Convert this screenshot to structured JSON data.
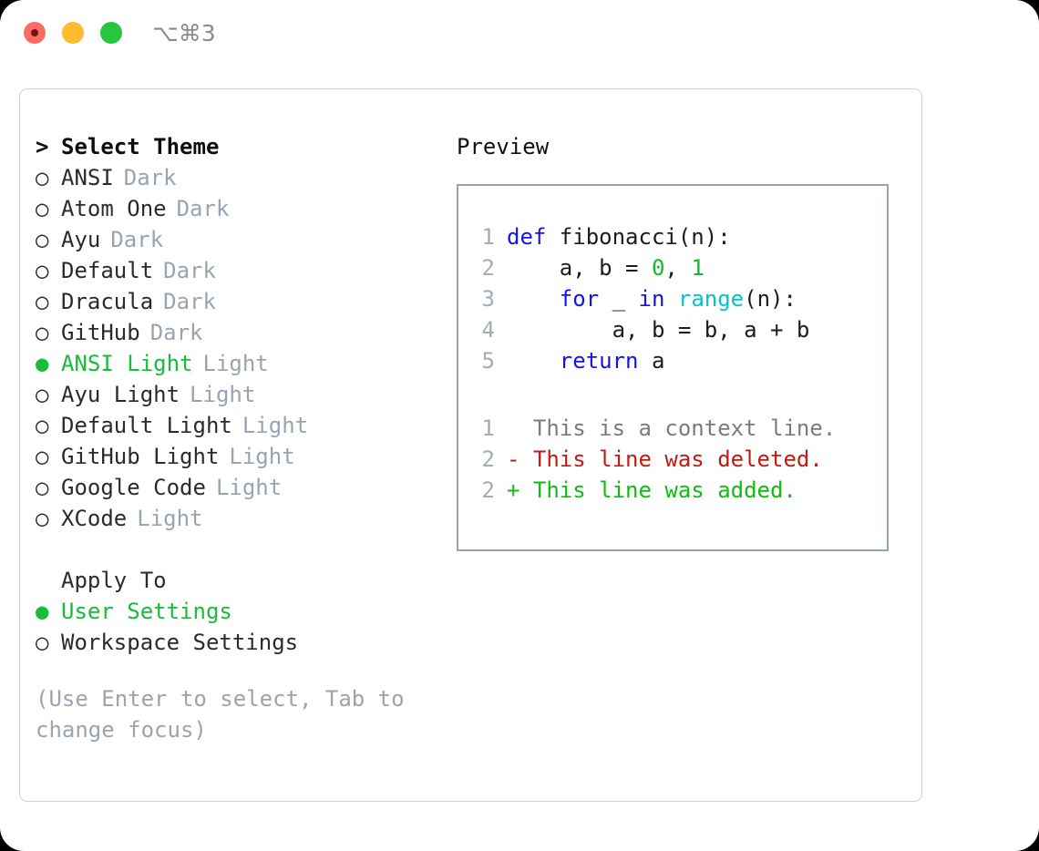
{
  "titlebar": {
    "shortcut": "⌥⌘3",
    "lights": [
      {
        "name": "close",
        "color": "#fb6a63"
      },
      {
        "name": "minimize",
        "color": "#fdbc2e"
      },
      {
        "name": "maximize",
        "color": "#28c63f"
      }
    ]
  },
  "theme_picker": {
    "heading": "Select Theme",
    "caret": ">",
    "bullet_selected": "●",
    "bullet_unselected": "○",
    "items": [
      {
        "label": "ANSI",
        "suffix": "Dark",
        "selected": false
      },
      {
        "label": "Atom One",
        "suffix": "Dark",
        "selected": false
      },
      {
        "label": "Ayu",
        "suffix": "Dark",
        "selected": false
      },
      {
        "label": "Default",
        "suffix": "Dark",
        "selected": false
      },
      {
        "label": "Dracula",
        "suffix": "Dark",
        "selected": false
      },
      {
        "label": "GitHub",
        "suffix": "Dark",
        "selected": false
      },
      {
        "label": "ANSI Light",
        "suffix": "Light",
        "selected": true
      },
      {
        "label": "Ayu Light",
        "suffix": "Light",
        "selected": false
      },
      {
        "label": "Default Light",
        "suffix": "Light",
        "selected": false
      },
      {
        "label": "GitHub Light",
        "suffix": "Light",
        "selected": false
      },
      {
        "label": "Google Code",
        "suffix": "Light",
        "selected": false
      },
      {
        "label": "XCode",
        "suffix": "Light",
        "selected": false
      }
    ]
  },
  "apply_to": {
    "heading": "Apply To",
    "items": [
      {
        "label": "User Settings",
        "selected": true
      },
      {
        "label": "Workspace Settings",
        "selected": false
      }
    ]
  },
  "hint": "(Use Enter to select, Tab to change focus)",
  "preview": {
    "title": "Preview",
    "code_lines": [
      {
        "num": "1",
        "tokens": [
          {
            "t": "def",
            "c": "kw"
          },
          {
            "t": " fibonacci(n):",
            "c": "txt"
          }
        ]
      },
      {
        "num": "2",
        "tokens": [
          {
            "t": "    a, b = ",
            "c": "txt"
          },
          {
            "t": "0",
            "c": "num"
          },
          {
            "t": ", ",
            "c": "txt"
          },
          {
            "t": "1",
            "c": "num"
          }
        ]
      },
      {
        "num": "3",
        "tokens": [
          {
            "t": "    ",
            "c": "txt"
          },
          {
            "t": "for",
            "c": "kw"
          },
          {
            "t": " _ ",
            "c": "txt"
          },
          {
            "t": "in",
            "c": "kw"
          },
          {
            "t": " ",
            "c": "txt"
          },
          {
            "t": "range",
            "c": "fn"
          },
          {
            "t": "(n):",
            "c": "txt"
          }
        ]
      },
      {
        "num": "4",
        "tokens": [
          {
            "t": "        a, b = b, a + b",
            "c": "txt"
          }
        ]
      },
      {
        "num": "5",
        "tokens": [
          {
            "t": "    ",
            "c": "txt"
          },
          {
            "t": "return",
            "c": "kw"
          },
          {
            "t": " a",
            "c": "txt"
          }
        ]
      }
    ],
    "diff_lines": [
      {
        "num": "1",
        "marker": "  ",
        "text": "This is a context line.",
        "kind": "ctx"
      },
      {
        "num": "2",
        "marker": "- ",
        "text": "This line was deleted.",
        "kind": "del"
      },
      {
        "num": "2",
        "marker": "+ ",
        "text": "This line was added.",
        "kind": "add"
      }
    ]
  },
  "colors": {
    "accent_green": "#18bb3a",
    "muted": "#9aa4b0",
    "keyword_blue": "#1414e8",
    "function_cyan": "#00c5cd",
    "number_green": "#12bb2b",
    "diff_deleted": "#c21b12",
    "diff_added": "#12bb12",
    "panel_border": "#cdd2d8",
    "preview_border": "#98a3b1"
  }
}
